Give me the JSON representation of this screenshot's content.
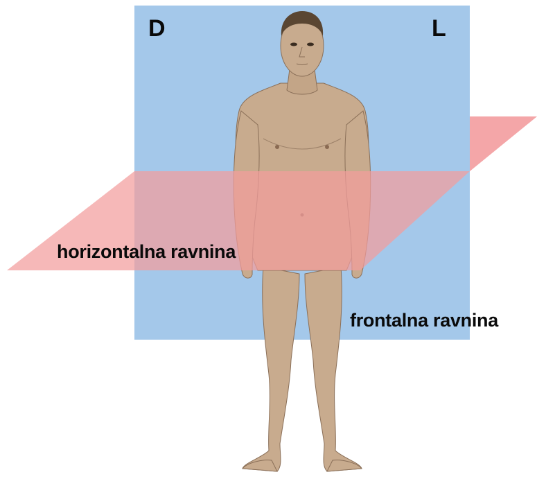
{
  "labels": {
    "left_side": "D",
    "right_side": "L",
    "horizontal_plane": "horizontalna ravnina",
    "frontal_plane": "frontalna ravnina"
  },
  "colors": {
    "frontal_plane": "#a4c8ea",
    "horizontal_plane": "#f39c9c",
    "skin": "#c8ab8e",
    "skin_shadow": "#9c8068",
    "hair": "#5a4632"
  },
  "figure": "human-body-anterior-view"
}
